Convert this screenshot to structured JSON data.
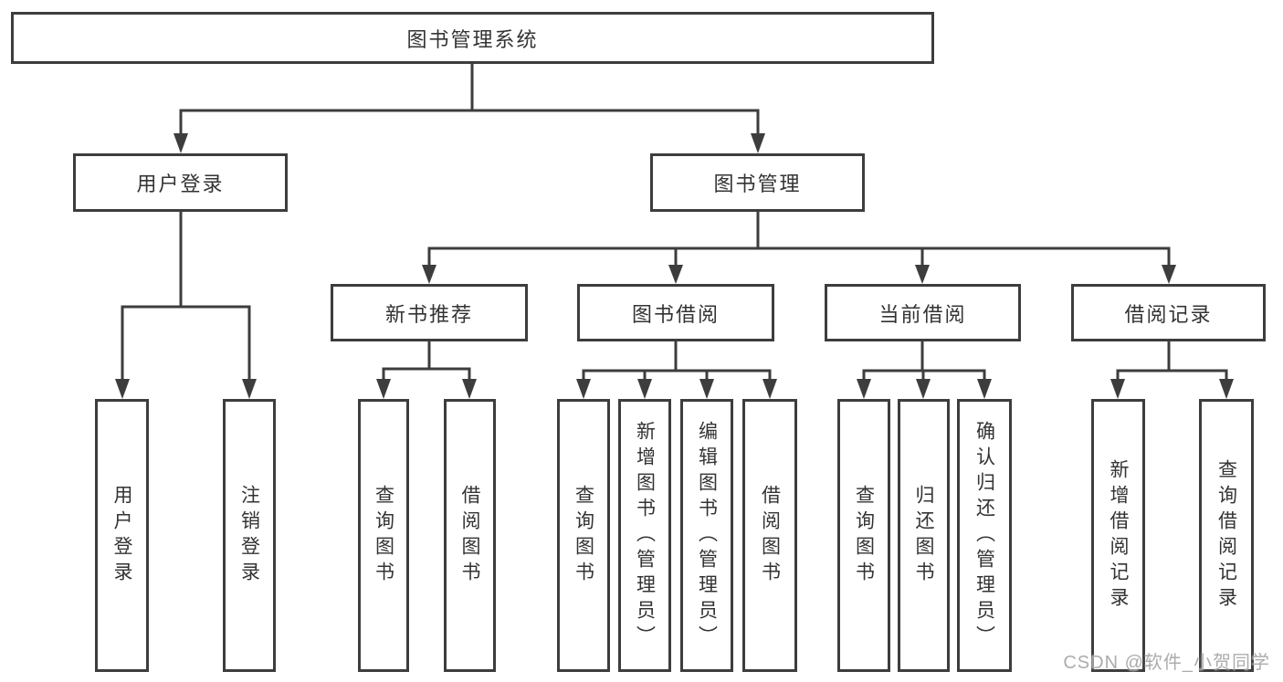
{
  "colors": {
    "line": "#3d3d3d",
    "border": "#3d3d3d",
    "text": "#333333",
    "background": "#ffffff",
    "watermark": "#9e9e9e"
  },
  "watermark": "CSDN @软件_小贺同学",
  "tree": {
    "root": {
      "label": "图书管理系统"
    },
    "branches": [
      {
        "label": "用户登录",
        "children": [
          {
            "label": "用户登录"
          },
          {
            "label": "注销登录"
          }
        ]
      },
      {
        "label": "图书管理",
        "children": [
          {
            "label": "新书推荐",
            "children": [
              {
                "label": "查询图书"
              },
              {
                "label": "借阅图书"
              }
            ]
          },
          {
            "label": "图书借阅",
            "children": [
              {
                "label": "查询图书"
              },
              {
                "label": "新增图书（管理员）"
              },
              {
                "label": "编辑图书（管理员）"
              },
              {
                "label": "借阅图书"
              }
            ]
          },
          {
            "label": "当前借阅",
            "children": [
              {
                "label": "查询图书"
              },
              {
                "label": "归还图书"
              },
              {
                "label": "确认归还（管理员）"
              }
            ]
          },
          {
            "label": "借阅记录",
            "children": [
              {
                "label": "新增借阅记录"
              },
              {
                "label": "查询借阅记录"
              }
            ]
          }
        ]
      }
    ]
  }
}
